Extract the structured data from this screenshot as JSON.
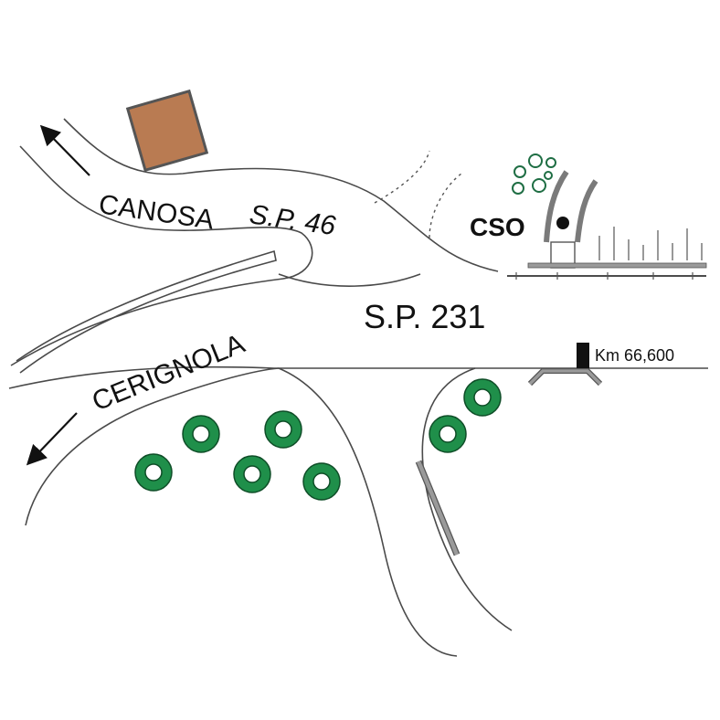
{
  "labels": {
    "canosa": "CANOSA",
    "sp46": "S.P. 46",
    "sp231": "S.P. 231",
    "cerignola": "CERIGNOLA",
    "cso": "CSO",
    "km_marker": "Km 66,600"
  },
  "colors": {
    "road_line": "#4a4a4a",
    "building": "#b97b52",
    "building_outline": "#555555",
    "tree_fill": "#1f8f4a",
    "tree_outline": "#0e4d27",
    "barrier": "#9a9a9a",
    "marker": "#111111"
  },
  "icons": {
    "building": "building-icon",
    "tree": "tree-icon",
    "marker": "km-marker-icon",
    "arrow": "direction-arrow-icon",
    "station": "station-dot-icon"
  }
}
